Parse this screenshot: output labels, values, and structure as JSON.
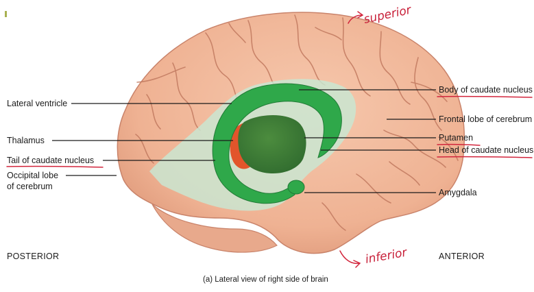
{
  "labels": {
    "lateral_ventricle": "Lateral ventricle",
    "thalamus": "Thalamus",
    "tail_caudate": "Tail of caudate nucleus",
    "occipital_line1": "Occipital lobe",
    "occipital_line2": "of cerebrum",
    "body_caudate": "Body of caudate nucleus",
    "frontal_lobe": "Frontal lobe of cerebrum",
    "putamen": "Putamen",
    "head_caudate": "Head of caudate nucleus",
    "amygdala": "Amygdala"
  },
  "directions": {
    "posterior": "POSTERIOR",
    "anterior": "ANTERIOR"
  },
  "annotations": {
    "superior": "superior",
    "inferior": "inferior"
  },
  "caption": "(a) Lateral view of right side of brain",
  "colors": {
    "brain": "#f1b89a",
    "brain_shadow": "#d88f70",
    "ventricle": "#c5e6d2",
    "caudate": "#2fa84a",
    "putamen": "#3e7f3a",
    "thalamus": "#e2552b",
    "annotation": "#d2253c"
  }
}
